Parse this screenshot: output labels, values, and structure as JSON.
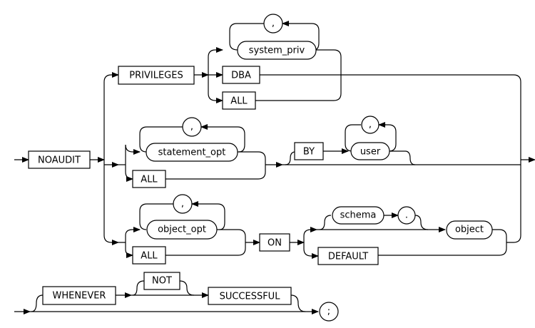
{
  "diagram": {
    "type": "railroad-syntax",
    "statement": "NOAUDIT",
    "keywords": {
      "noaudit": "NOAUDIT",
      "privileges": "PRIVILEGES",
      "dba": "DBA",
      "all_privs": "ALL",
      "all_stmt": "ALL",
      "all_obj": "ALL",
      "by": "BY",
      "on": "ON",
      "default": "DEFAULT",
      "whenever": "WHENEVER",
      "not": "NOT",
      "successful": "SUCCESSFUL"
    },
    "nonterminals": {
      "system_priv": "system_priv",
      "statement_opt": "statement_opt",
      "user": "user",
      "object_opt": "object_opt",
      "schema": "schema",
      "object": "object"
    },
    "punctuation": {
      "comma_sys": ",",
      "comma_stmt": ",",
      "comma_user": ",",
      "comma_obj": ",",
      "dot": ".",
      "semicolon": ";"
    }
  }
}
